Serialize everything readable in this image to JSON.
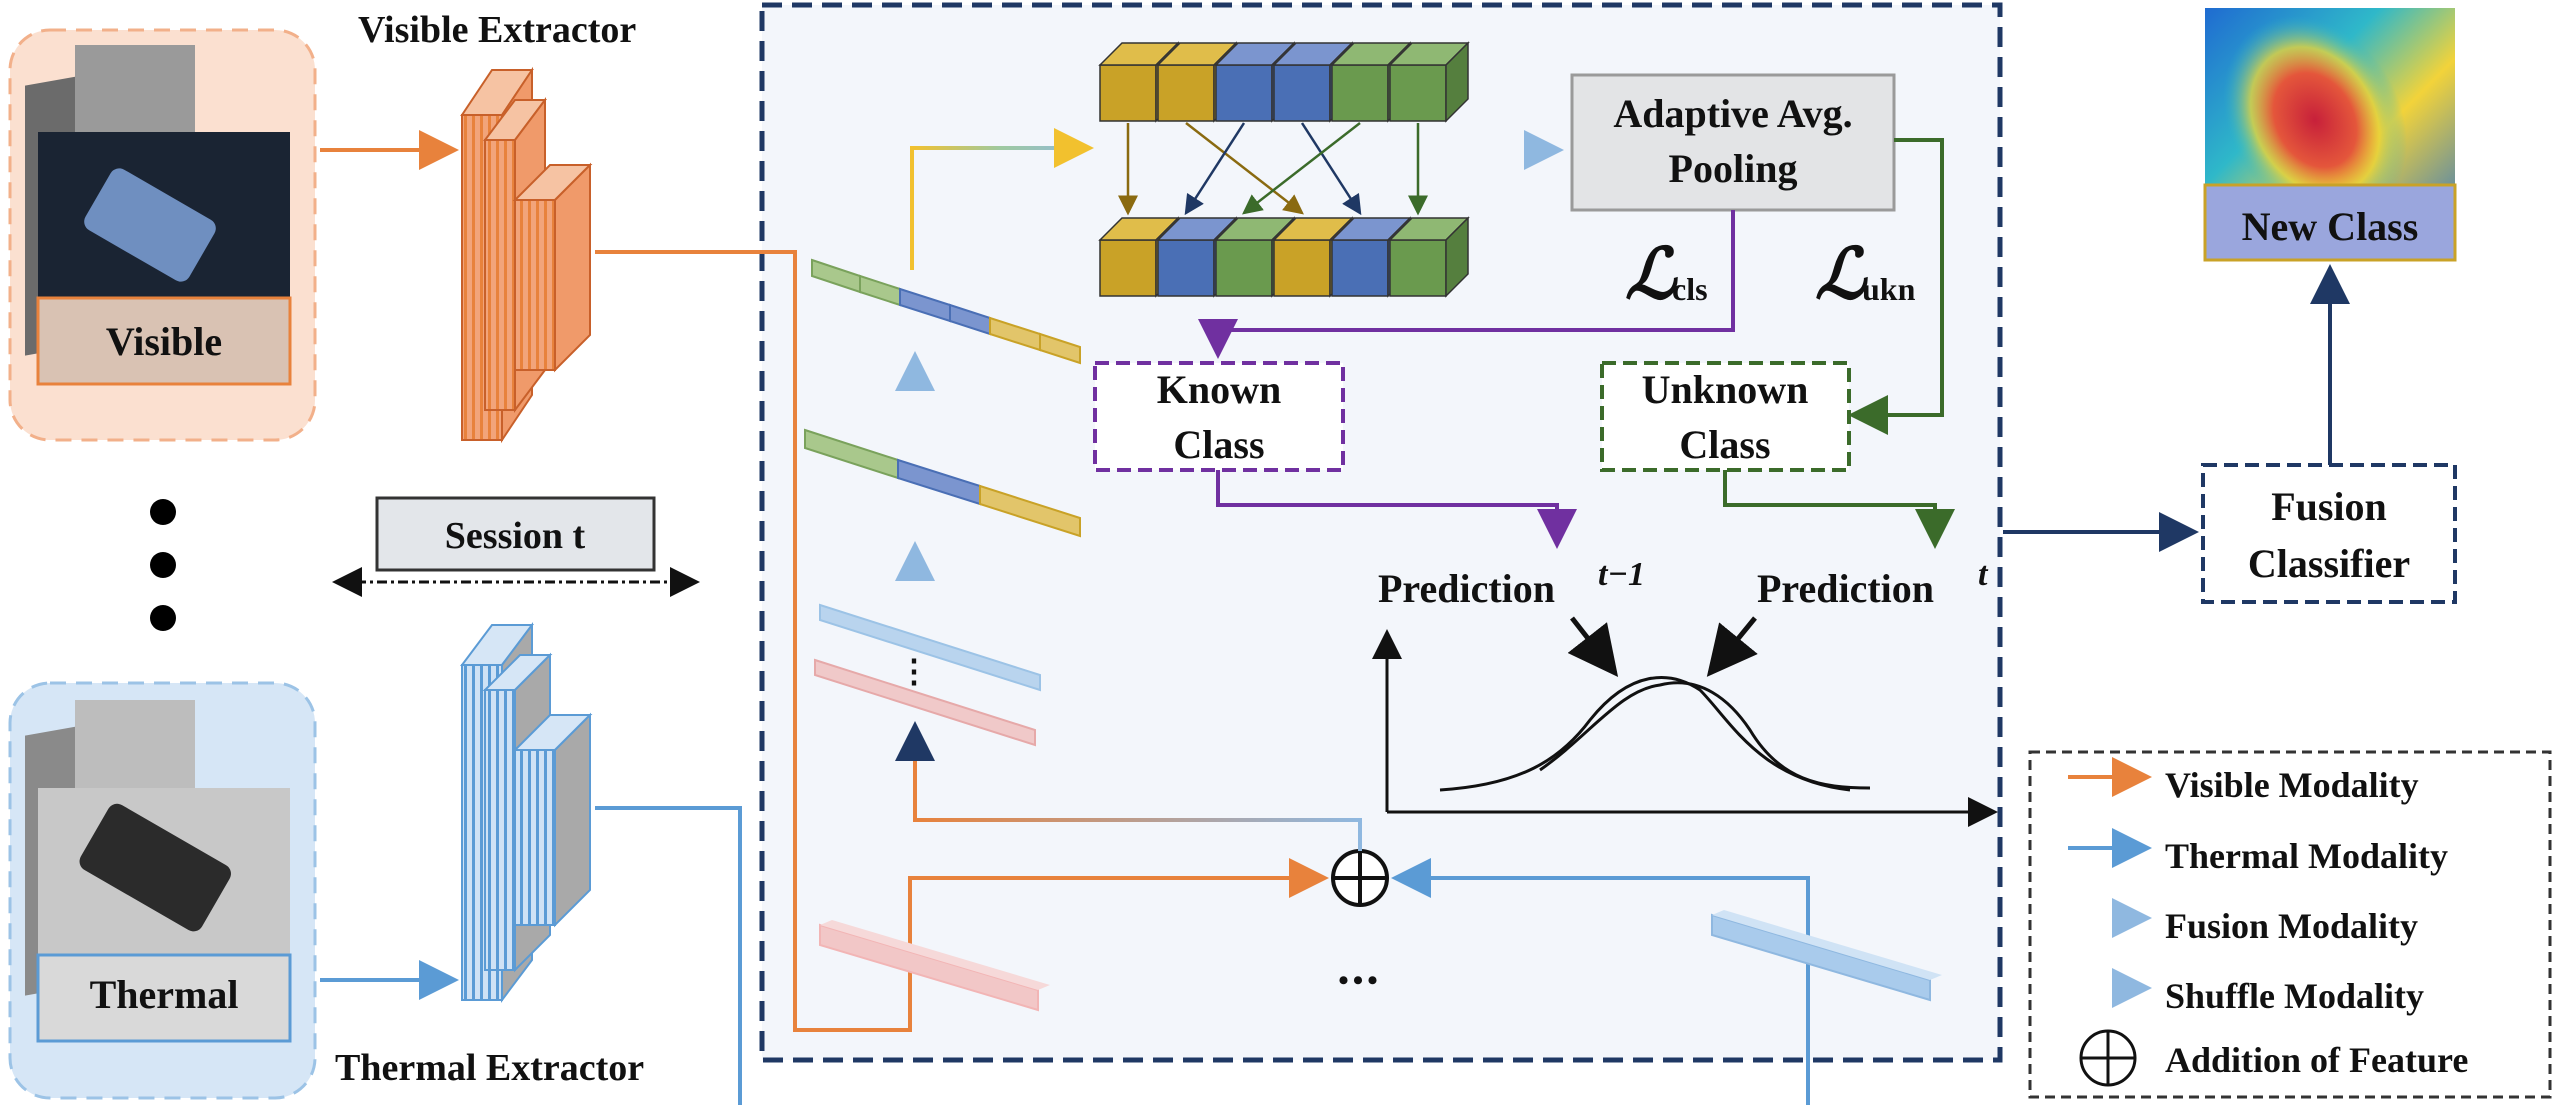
{
  "labels": {
    "visible_extractor": "Visible Extractor",
    "thermal_extractor": "Thermal Extractor",
    "visible": "Visible",
    "thermal": "Thermal",
    "session": "Session t",
    "adaptive_line1": "Adaptive Avg.",
    "adaptive_line2": "Pooling",
    "loss_cls_sym": "ℒ",
    "loss_cls_sub": "cls",
    "loss_ukn_sym": "ℒ",
    "loss_ukn_sub": "ukn",
    "known_line1": "Known",
    "known_line2": "Class",
    "unknown_line1": "Unknown",
    "unknown_line2": "Class",
    "prediction_prev": "Prediction",
    "prediction_prev_sup": "t−1",
    "prediction_cur": "Prediction",
    "prediction_cur_sup": "t",
    "fusion_line1": "Fusion",
    "fusion_line2": "Classifier",
    "new_class": "New Class",
    "ellipsis": "•••",
    "vdots": "⋮"
  },
  "legend": [
    {
      "label": "Visible Modality",
      "style": "visible"
    },
    {
      "label": "Thermal Modality",
      "style": "thermal"
    },
    {
      "label": "Fusion Modality",
      "style": "fusion"
    },
    {
      "label": "Shuffle Modality",
      "style": "shuffle"
    },
    {
      "label": "Addition of Feature",
      "style": "addition"
    }
  ],
  "colors": {
    "visible": "#e8823c",
    "thermal": "#5b9bd5",
    "purple": "#7030a0",
    "darkgreen": "#3b6b2a",
    "navy": "#1f3864",
    "cube_yellow": "#c9a227",
    "cube_blue": "#4a6fb5",
    "cube_green": "#6a9a4e"
  }
}
